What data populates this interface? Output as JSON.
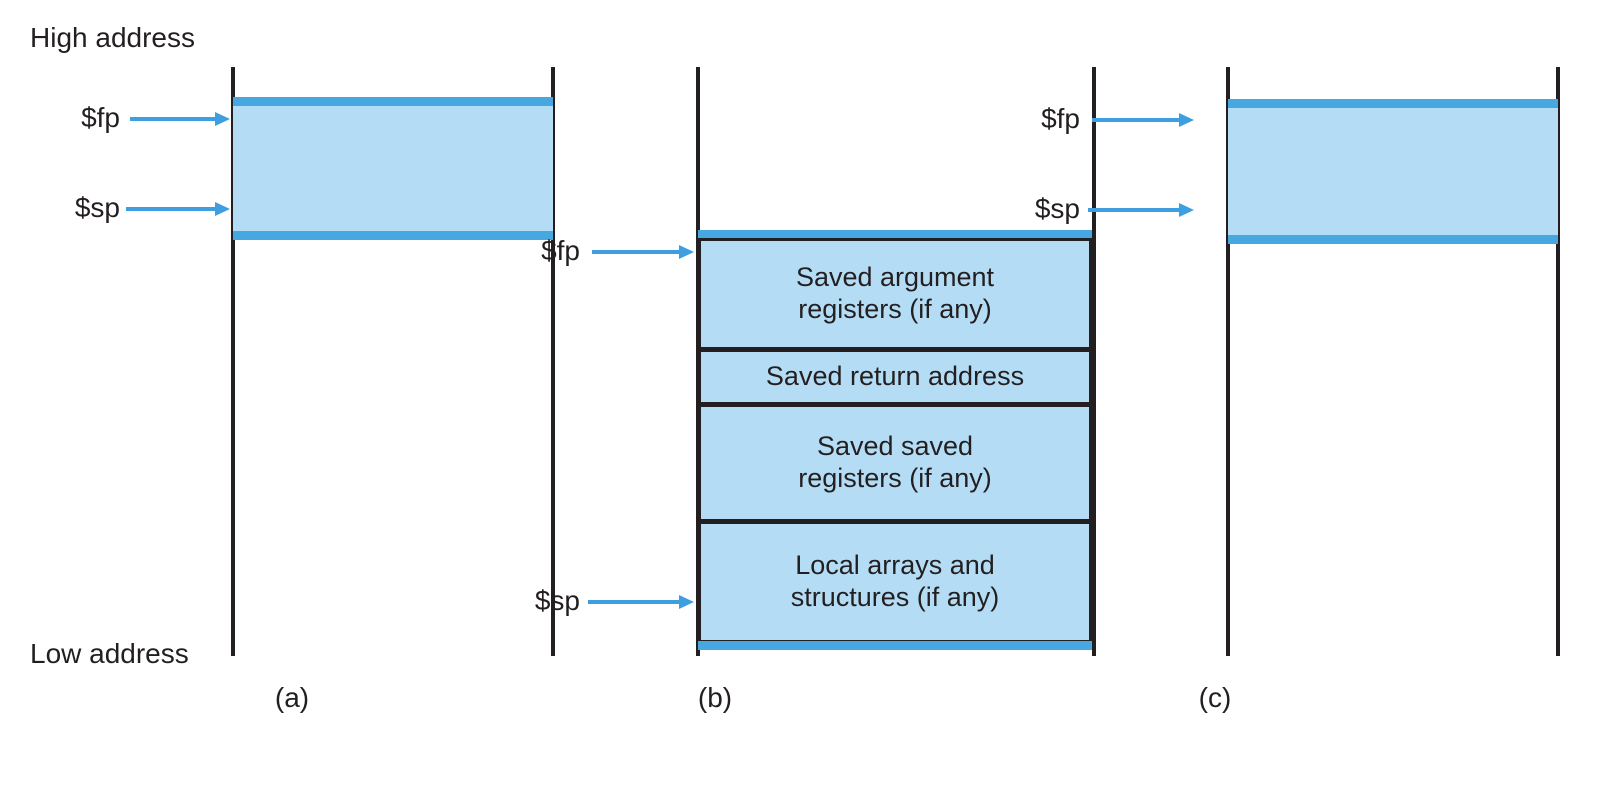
{
  "figure": {
    "type": "stack-frame-diagram",
    "high_address_label": "High address",
    "low_address_label": "Low address",
    "accent_blue": "#47a7e0",
    "fill_blue": "#b4ddf5",
    "line_black": "#231f20"
  },
  "panels": [
    {
      "id": "a",
      "caption": "(a)",
      "pointers": [
        {
          "name": "fp",
          "label": "$fp"
        },
        {
          "name": "sp",
          "label": "$sp"
        }
      ],
      "cells": []
    },
    {
      "id": "b",
      "caption": "(b)",
      "pointers": [
        {
          "name": "fp",
          "label": "$fp"
        },
        {
          "name": "sp",
          "label": "$sp"
        }
      ],
      "cells": [
        {
          "line1": "Saved argument",
          "line2": "registers (if any)"
        },
        {
          "line1": "Saved return address",
          "line2": ""
        },
        {
          "line1": "Saved saved",
          "line2": "registers (if any)"
        },
        {
          "line1": "Local arrays and",
          "line2": "structures (if any)"
        }
      ]
    },
    {
      "id": "c",
      "caption": "(c)",
      "pointers": [
        {
          "name": "fp",
          "label": "$fp"
        },
        {
          "name": "sp",
          "label": "$sp"
        }
      ],
      "cells": []
    }
  ]
}
